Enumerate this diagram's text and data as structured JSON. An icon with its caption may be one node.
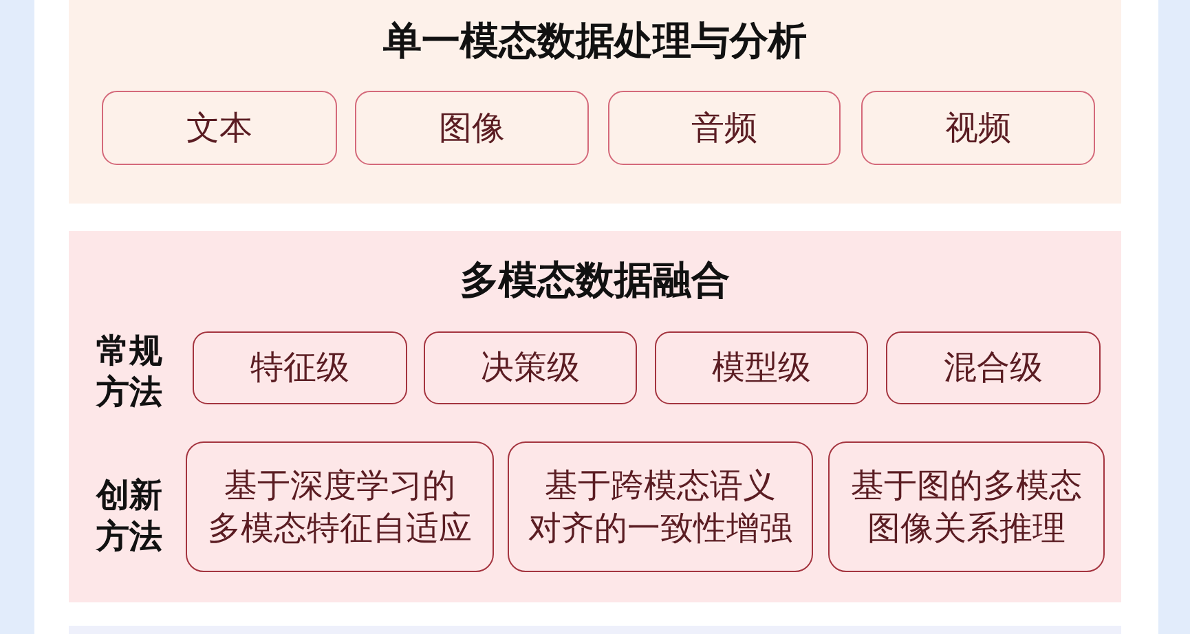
{
  "diagram": {
    "nodes": [
      {
        "text": [
          "单一模态数据处理与分析"
        ]
      },
      {
        "text": [
          "文本"
        ],
        "in": 0
      },
      {
        "text": [
          "图像"
        ],
        "in": 0
      },
      {
        "text": [
          "音频"
        ],
        "in": 0
      },
      {
        "text": [
          "视频"
        ],
        "in": 0
      },
      {
        "text": [
          "多模态数据融合"
        ]
      },
      {
        "text": [
          "特征级"
        ],
        "in": 5
      },
      {
        "text": [
          "决策级"
        ],
        "in": 5
      },
      {
        "text": [
          "模型级"
        ],
        "in": 5
      },
      {
        "text": [
          "混合级"
        ],
        "in": 5
      },
      {
        "text": [
          "基于深度学习的多模态特征自适应"
        ],
        "in": 5
      },
      {
        "text": [
          "基于跨模态语义对齐的一致性增强"
        ],
        "in": 5
      },
      {
        "text": [
          "基于图的多模态图像关系推理"
        ],
        "in": 5
      },
      {
        "text": [],
        "shape": "box"
      }
    ],
    "labels": [
      "常规方法",
      "创新方法"
    ]
  }
}
